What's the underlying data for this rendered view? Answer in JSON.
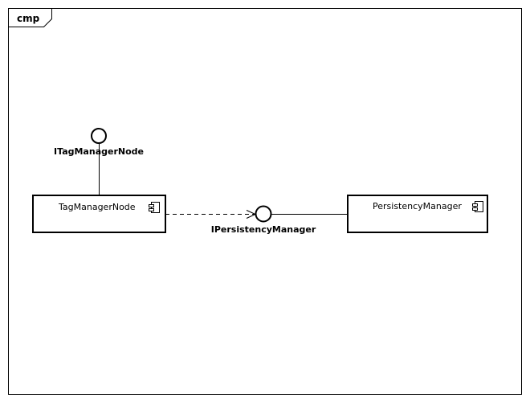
{
  "frame": {
    "tag": "cmp"
  },
  "interfaces": [
    {
      "id": "itagmanagernode",
      "label": "ITagManagerNode"
    },
    {
      "id": "ipersistencymanager",
      "label": "IPersistencyManager"
    }
  ],
  "components": [
    {
      "id": "tagmanagernode",
      "label": "TagManagerNode"
    },
    {
      "id": "persistencymanager",
      "label": "PersistencyManager"
    }
  ],
  "relationships": [
    {
      "type": "realization",
      "from": "TagManagerNode",
      "to": "ITagManagerNode"
    },
    {
      "type": "dependency",
      "from": "TagManagerNode",
      "to": "IPersistencyManager"
    },
    {
      "type": "realization",
      "from": "PersistencyManager",
      "to": "IPersistencyManager"
    }
  ],
  "icons": {
    "component": "component-icon"
  }
}
